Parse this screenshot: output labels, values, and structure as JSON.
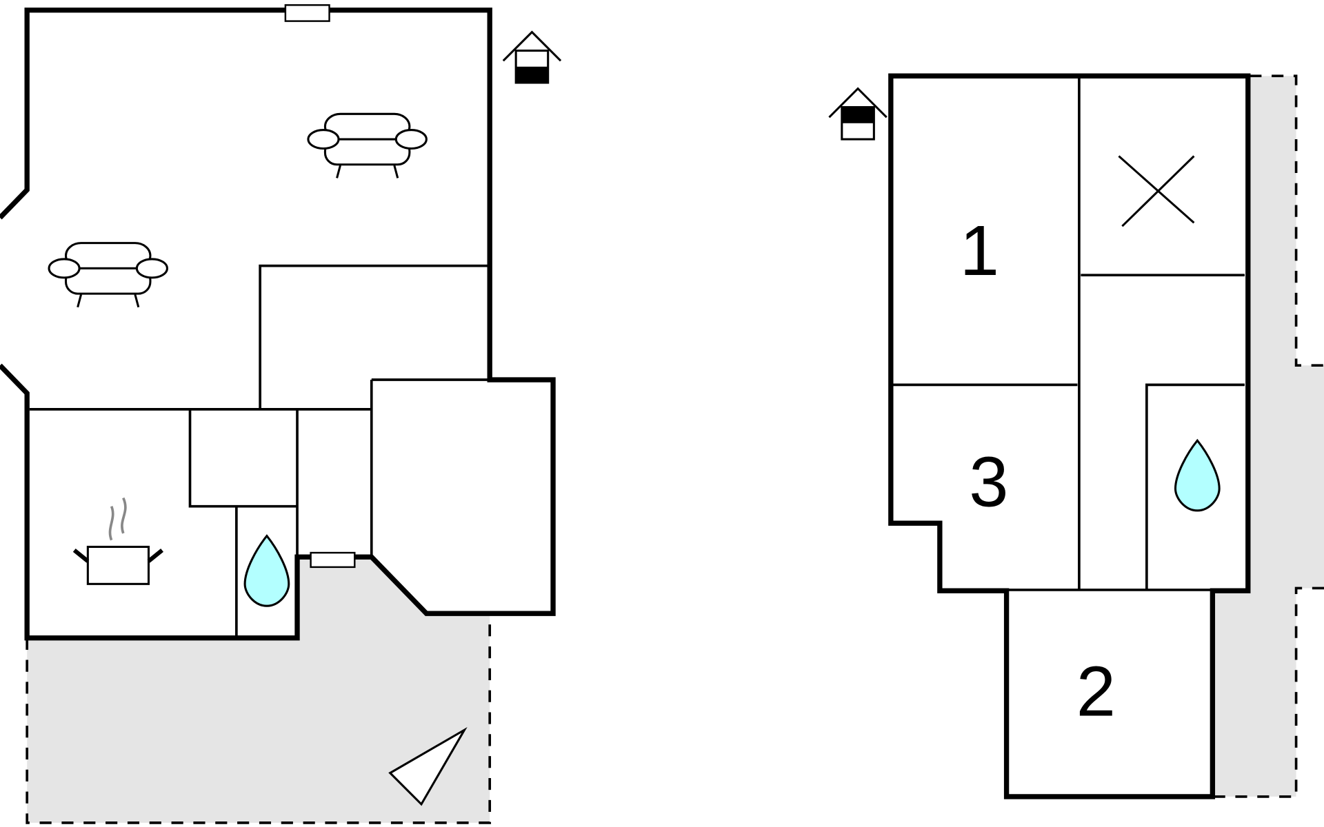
{
  "floor_plan": {
    "rooms": [
      {
        "label": "1"
      },
      {
        "label": "2"
      },
      {
        "label": "3"
      }
    ],
    "colors": {
      "wall": "#000000",
      "terrace": "#e5e5e5",
      "water": "#b3ffff"
    }
  }
}
